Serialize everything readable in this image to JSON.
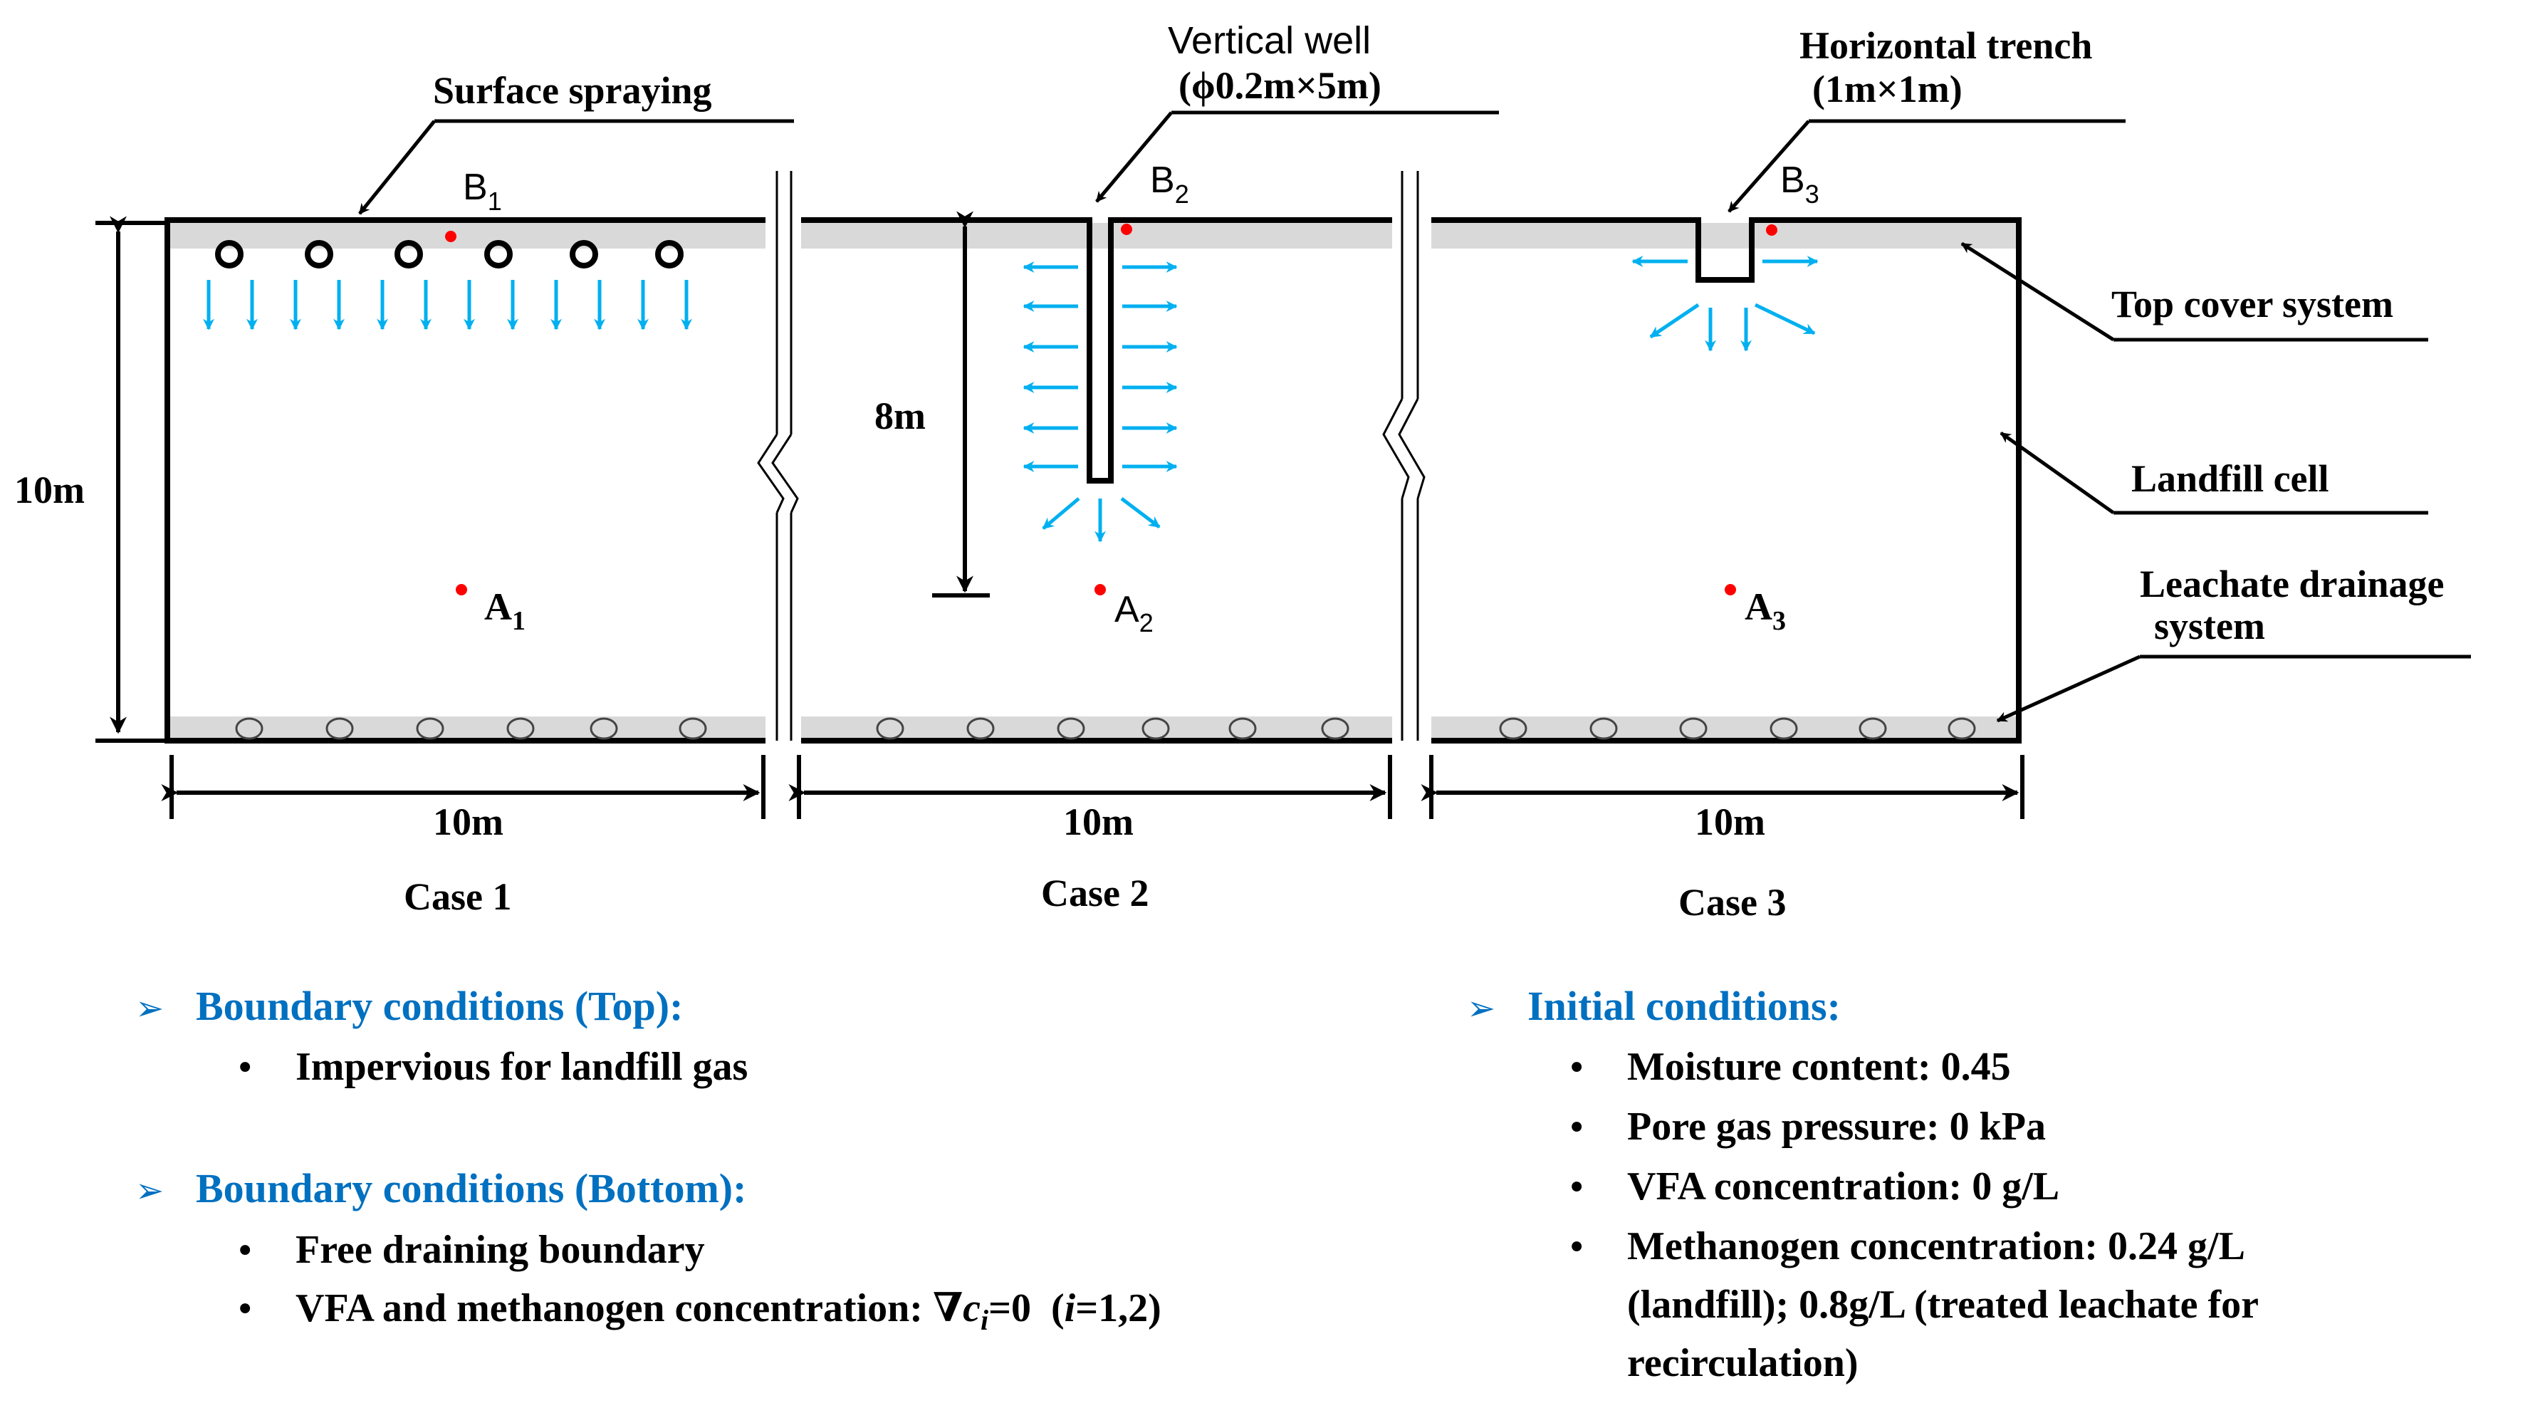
{
  "labels": {
    "surface_spraying": "Surface spraying",
    "vertical_well": "Vertical well",
    "vertical_well_dims": "(ϕ0.2m×5m)",
    "horizontal_trench": "Horizontal trench",
    "horizontal_trench_dims": "(1m×1m)",
    "top_cover_system": "Top cover system",
    "landfill_cell": "Landfill cell",
    "leachate_drainage_1": "Leachate drainage",
    "leachate_drainage_2": "system",
    "height": "10m",
    "well_depth": "8m",
    "width_1": "10m",
    "width_2": "10m",
    "width_3": "10m"
  },
  "points": {
    "b1": "B",
    "b1_sub": "1",
    "b2": "B",
    "b2_sub": "2",
    "b3": "B",
    "b3_sub": "3",
    "a1": "A",
    "a1_sub": "1",
    "a2": "A",
    "a2_sub": "2",
    "a3": "A",
    "a3_sub": "3"
  },
  "cases": [
    "Case 1",
    "Case 2",
    "Case 3"
  ],
  "conditions": {
    "top_heading": "Boundary conditions (Top):",
    "top_items": [
      "Impervious for landfill gas"
    ],
    "bottom_heading": "Boundary conditions (Bottom):",
    "bottom_items": [
      "Free draining boundary",
      "VFA and methanogen concentration: "
    ],
    "bottom_formula_1": "∇",
    "bottom_formula_2": "c",
    "bottom_formula_3": "i",
    "bottom_formula_4": "=0  (",
    "bottom_formula_5": "i",
    "bottom_formula_6": "=1,2)",
    "initial_heading": "Initial conditions:",
    "initial_items": [
      "Moisture content: 0.45",
      "Pore gas pressure: 0 kPa",
      "VFA concentration: 0 g/L",
      "Methanogen concentration: 0.24 g/L"
    ],
    "initial_item_cont_1": "(landfill); 0.8g/L (treated leachate for",
    "initial_item_cont_2": "recirculation)",
    "bullet": "•",
    "heading_marker": "➢"
  },
  "colors": {
    "arrow": "#00b0f0",
    "heading": "#0070c0",
    "point": "#ff0000",
    "layer": "#d9d9d9"
  }
}
